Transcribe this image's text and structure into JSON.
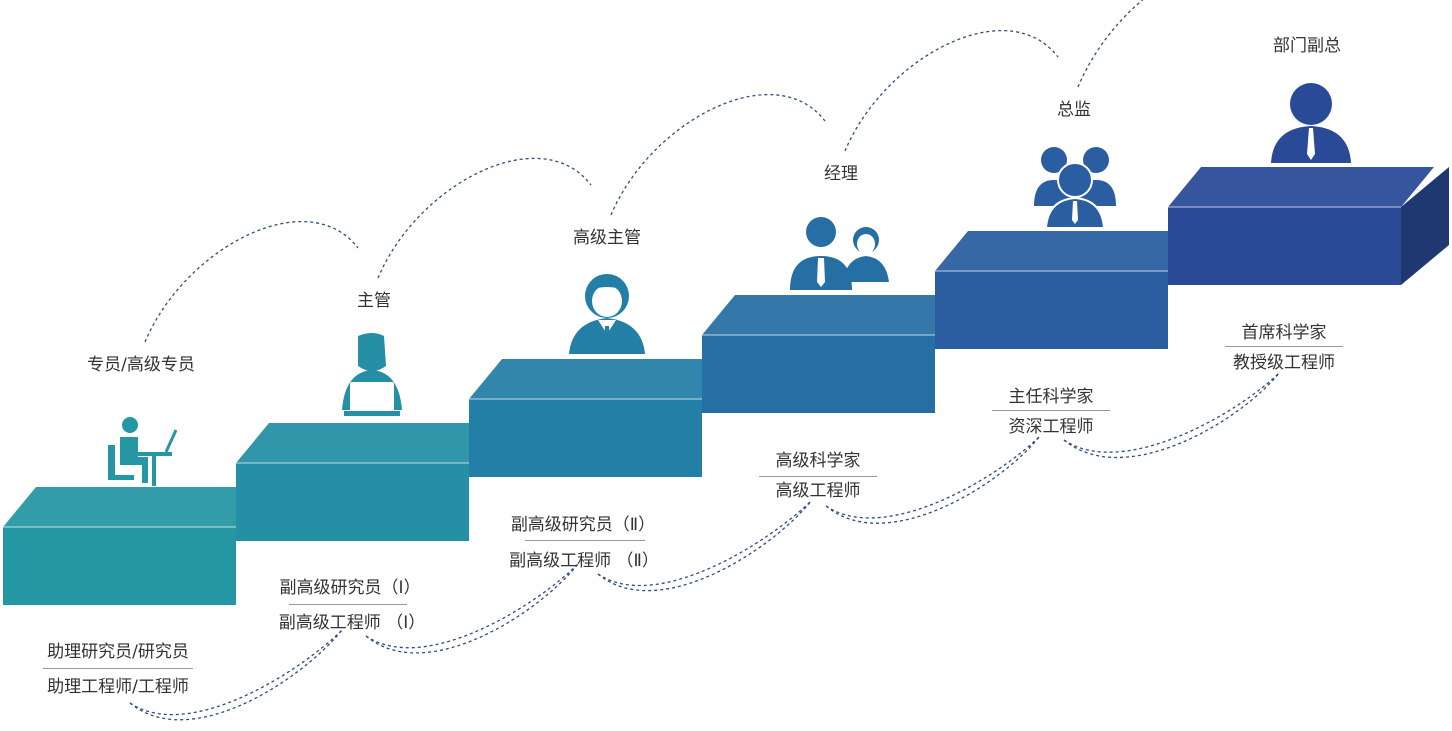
{
  "steps": [
    {
      "top": "专员/高级专员",
      "bottom1": "助理研究员/研究员",
      "bottom2": "助理工程师/工程师",
      "icon": "worker-at-desk-icon",
      "color": "#2597a3"
    },
    {
      "top": "主管",
      "bottom1": "副高级研究员（Ⅰ）",
      "bottom2": "副高级工程师 （Ⅰ）",
      "icon": "person-laptop-icon",
      "color": "#248fa5"
    },
    {
      "top": "高级主管",
      "bottom1": "副高级研究员（Ⅱ）",
      "bottom2": "副高级工程师 （Ⅱ）",
      "icon": "businessman-icon",
      "color": "#247fa6"
    },
    {
      "top": "经理",
      "bottom1": "高级科学家",
      "bottom2": "高级工程师",
      "icon": "man-woman-icon",
      "color": "#266fa4"
    },
    {
      "top": "总监",
      "bottom1": "主任科学家",
      "bottom2": "资深工程师",
      "icon": "team-icon",
      "color": "#2a5ea0"
    },
    {
      "top": "部门副总",
      "bottom1": "首席科学家",
      "bottom2": "教授级工程师",
      "icon": "executive-icon",
      "color": "#2a4a98"
    }
  ]
}
